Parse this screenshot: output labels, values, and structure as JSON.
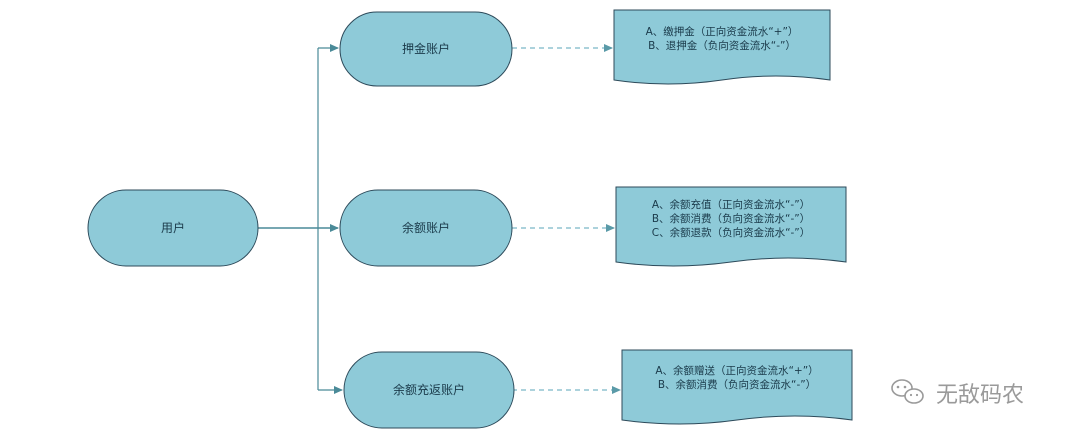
{
  "nodes": {
    "user": {
      "label": "用户"
    },
    "deposit": {
      "label": "押金账户"
    },
    "balance": {
      "label": "余额账户"
    },
    "rebate": {
      "label": "余额充返账户"
    }
  },
  "docs": {
    "deposit": {
      "lines": [
        "A、缴押金（正向资金流水“+”）",
        "B、退押金（负向资金流水“-”）"
      ]
    },
    "balance": {
      "lines": [
        "A、余额充值（正向资金流水“-”）",
        "B、余额消费（负向资金流水“-”）",
        "C、余额退款（负向资金流水“-”）"
      ]
    },
    "rebate": {
      "lines": [
        "A、余额赠送（正向资金流水“+”）",
        "B、余额消费（负向资金流水“-”）"
      ]
    }
  },
  "watermark": {
    "text": "无敌码农"
  },
  "colors": {
    "node_fill": "#8ecad8",
    "node_stroke": "#2d4a5a",
    "line": "#4a8a98",
    "dash": "#7ab8c8",
    "watermark": "#9a9a9a"
  }
}
